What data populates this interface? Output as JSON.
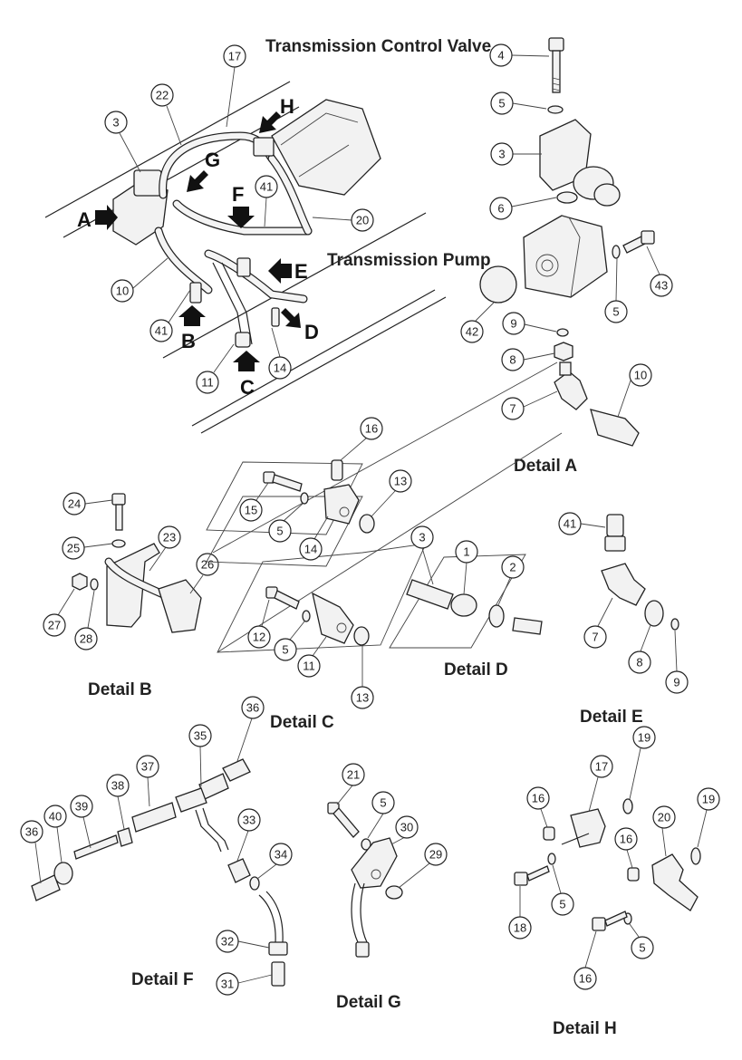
{
  "titles": {
    "control_valve": "Transmission Control Valve",
    "pump": "Transmission Pump",
    "detail_a": "Detail A",
    "detail_b": "Detail B",
    "detail_c": "Detail C",
    "detail_d": "Detail D",
    "detail_e": "Detail E",
    "detail_f": "Detail F",
    "detail_g": "Detail G",
    "detail_h": "Detail H"
  },
  "view_letters": [
    "A",
    "B",
    "C",
    "D",
    "E",
    "F",
    "G",
    "H"
  ],
  "callouts": {
    "main": [
      "17",
      "22",
      "3",
      "41",
      "20",
      "10",
      "41",
      "11",
      "14"
    ],
    "valve_pump": [
      "4",
      "5",
      "3",
      "6",
      "43",
      "42",
      "9",
      "5",
      "8",
      "10",
      "7"
    ],
    "detail_b": [
      "24",
      "25",
      "23",
      "26",
      "27",
      "28"
    ],
    "detail_c": [
      "16",
      "13",
      "15",
      "5",
      "14",
      "12",
      "5",
      "11",
      "13"
    ],
    "detail_d": [
      "3",
      "1",
      "2"
    ],
    "detail_e": [
      "41",
      "7",
      "8",
      "9"
    ],
    "detail_f": [
      "36",
      "35",
      "37",
      "38",
      "39",
      "40",
      "36",
      "33",
      "34",
      "32",
      "31"
    ],
    "detail_g": [
      "21",
      "5",
      "30",
      "29"
    ],
    "detail_h": [
      "19",
      "17",
      "16",
      "20",
      "19",
      "16",
      "18",
      "5",
      "16",
      "5"
    ]
  }
}
